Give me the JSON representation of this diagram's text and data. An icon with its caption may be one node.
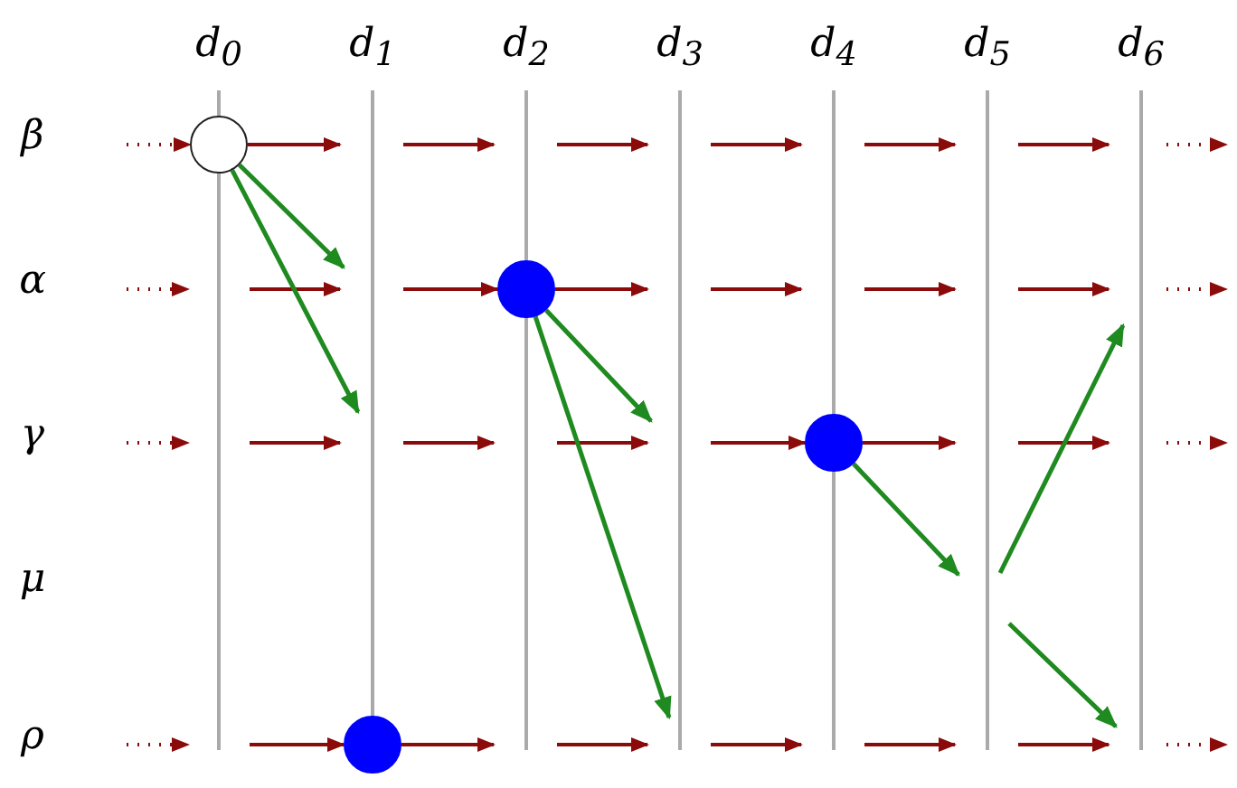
{
  "diagram": {
    "nodes": [
      {
        "text": [],
        "shape": "circle"
      },
      {
        "text": [],
        "shape": "circle"
      },
      {
        "text": [],
        "shape": "circle"
      },
      {
        "text": [],
        "shape": "circle"
      }
    ],
    "edges": [
      {
        "from": null,
        "to": 0,
        "arrow": "to",
        "style": "dashed"
      },
      {
        "from": 0,
        "to": null,
        "arrow": "to"
      },
      {
        "from": 0,
        "to": null,
        "arrow": "to",
        "color": "#1f8a1f"
      },
      {
        "from": 0,
        "to": null,
        "arrow": "to",
        "color": "#1f8a1f"
      },
      {
        "from": null,
        "to": 1,
        "arrow": "to"
      },
      {
        "from": 1,
        "to": null,
        "arrow": "to"
      },
      {
        "from": 1,
        "to": null,
        "arrow": "to",
        "color": "#1f8a1f"
      },
      {
        "from": 1,
        "to": null,
        "arrow": "to",
        "color": "#1f8a1f"
      },
      {
        "from": null,
        "to": 2,
        "arrow": "to"
      },
      {
        "from": 2,
        "to": null,
        "arrow": "to"
      },
      {
        "from": 2,
        "to": null,
        "arrow": "to",
        "color": "#1f8a1f"
      },
      {
        "from": null,
        "to": 3,
        "arrow": "to"
      },
      {
        "from": 3,
        "to": null,
        "arrow": "to"
      }
    ],
    "labels": [
      "d$_{0}$",
      "d$_{1}$",
      "d$_{2}$",
      "d$_{3}$",
      "d$_{4}$",
      "d$_{5}$",
      "d$_{6}$",
      "β",
      "α",
      "γ",
      "μ",
      "ρ"
    ]
  }
}
